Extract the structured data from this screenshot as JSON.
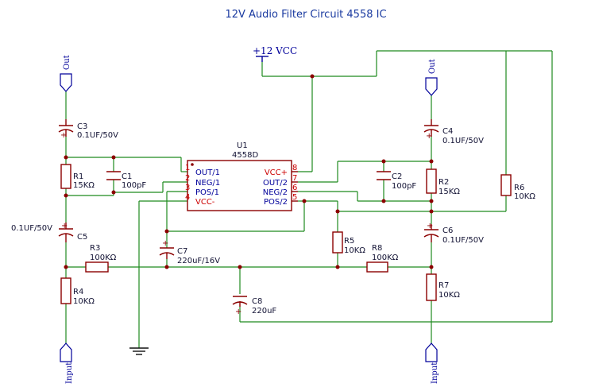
{
  "title": "12V Audio Filter Circuit 4558 IC",
  "power": {
    "vcc_label": "+12 VCC"
  },
  "ic": {
    "ref": "U1",
    "part": "4558D",
    "pins_left": [
      {
        "num": "1",
        "name": "OUT/1"
      },
      {
        "num": "2",
        "name": "NEG/1"
      },
      {
        "num": "3",
        "name": "POS/1"
      },
      {
        "num": "4",
        "name": "VCC-"
      }
    ],
    "pins_right": [
      {
        "num": "8",
        "name": "VCC+"
      },
      {
        "num": "7",
        "name": "OUT/2"
      },
      {
        "num": "6",
        "name": "NEG/2"
      },
      {
        "num": "5",
        "name": "POS/2"
      }
    ]
  },
  "ports": {
    "out_left": "Out",
    "out_right": "Out",
    "in_left": "Input",
    "in_right": "Input"
  },
  "components": {
    "C3": {
      "ref": "C3",
      "value": "0.1UF/50V"
    },
    "R1": {
      "ref": "R1",
      "value": "15KΩ"
    },
    "C1": {
      "ref": "C1",
      "value": "100pF"
    },
    "C5": {
      "ref": "C5",
      "value": "0.1UF/50V"
    },
    "R3": {
      "ref": "R3",
      "value": "100KΩ"
    },
    "R4": {
      "ref": "R4",
      "value": "10KΩ"
    },
    "C7": {
      "ref": "C7",
      "value": "220uF/16V"
    },
    "C8": {
      "ref": "C8",
      "value": "220uF"
    },
    "R5": {
      "ref": "R5",
      "value": "10KΩ"
    },
    "R8": {
      "ref": "R8",
      "value": "100KΩ"
    },
    "C4": {
      "ref": "C4",
      "value": "0.1UF/50V"
    },
    "R2": {
      "ref": "R2",
      "value": "15KΩ"
    },
    "C2": {
      "ref": "C2",
      "value": "100pF"
    },
    "R6": {
      "ref": "R6",
      "value": "10KΩ"
    },
    "C6": {
      "ref": "C6",
      "value": "0.1UF/50V"
    },
    "R7": {
      "ref": "R7",
      "value": "10KΩ"
    }
  }
}
